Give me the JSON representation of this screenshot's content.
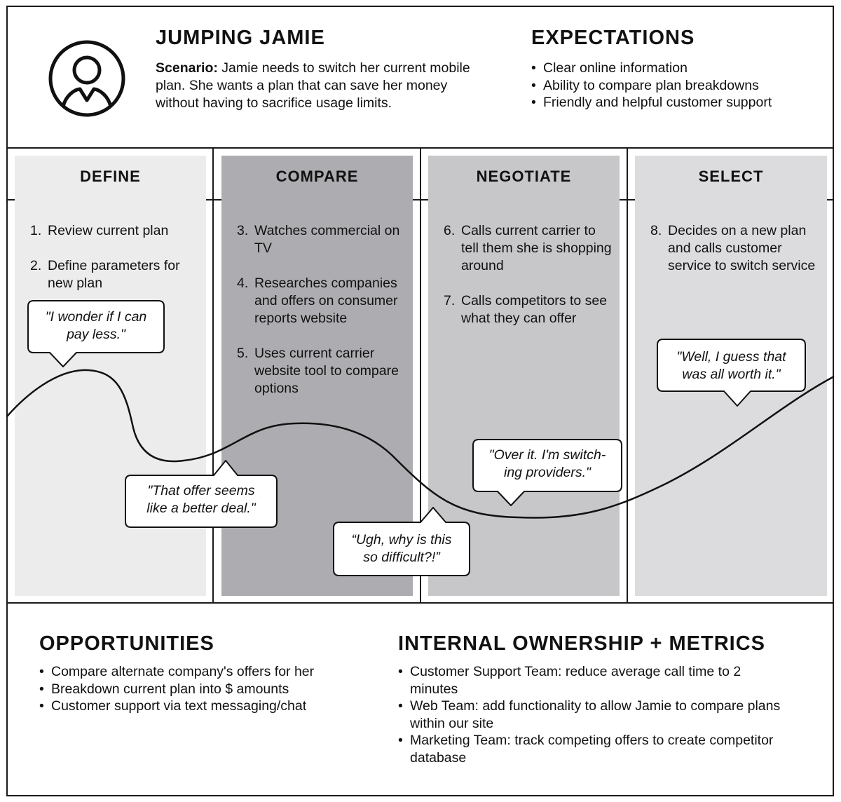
{
  "persona": {
    "name": "JUMPING JAMIE",
    "scenario_label": "Scenario:",
    "scenario_text": " Jamie needs to switch her current mobile plan. She wants a plan that can save her money without having to sacrifice usage limits."
  },
  "expectations": {
    "title": "EXPECTATIONS",
    "items": [
      "Clear online information",
      "Ability to compare plan breakdowns",
      "Friendly and helpful customer support"
    ]
  },
  "phases": [
    {
      "label": "DEFINE",
      "color": "#ececed",
      "steps": [
        {
          "num": "1.",
          "text": "Review current plan"
        },
        {
          "num": "2.",
          "text": "Define parameters for new plan"
        }
      ]
    },
    {
      "label": "COMPARE",
      "color": "#adadb1",
      "steps": [
        {
          "num": "3.",
          "text": "Watches commercial on TV"
        },
        {
          "num": "4.",
          "text": "Researches companies and offers on consumer reports website"
        },
        {
          "num": "5.",
          "text": "Uses current carrier website tool to compare options"
        }
      ]
    },
    {
      "label": "NEGOTIATE",
      "color": "#c7c7ca",
      "steps": [
        {
          "num": "6.",
          "text": "Calls current carrier to tell them she is shopping around"
        },
        {
          "num": "7.",
          "text": "Calls competitors to see what they can offer"
        }
      ]
    },
    {
      "label": "SELECT",
      "color": "#dcdcde",
      "steps": [
        {
          "num": "8.",
          "text": "Decides on a new plan and calls customer service to switch service"
        }
      ]
    }
  ],
  "quotes": [
    "\"I wonder if I can\npay less.\"",
    "\"That offer seems\nlike a better deal.\"",
    "“Ugh, why is this\nso difficult?!”",
    "\"Over it. I'm switch-\ning providers.\"",
    "\"Well, I guess that\nwas all worth it.\""
  ],
  "opportunities": {
    "title": "OPPORTUNITIES",
    "items": [
      "Compare alternate company's offers for her",
      "Breakdown current plan into $ amounts",
      "Customer support via text messaging/chat"
    ]
  },
  "ownership": {
    "title": "INTERNAL OWNERSHIP + METRICS",
    "items": [
      "Customer Support Team: reduce average call time to 2 minutes",
      "Web Team: add functionality to allow Jamie to compare plans within our site",
      "Marketing Team: track competing offers to create competitor database"
    ]
  }
}
